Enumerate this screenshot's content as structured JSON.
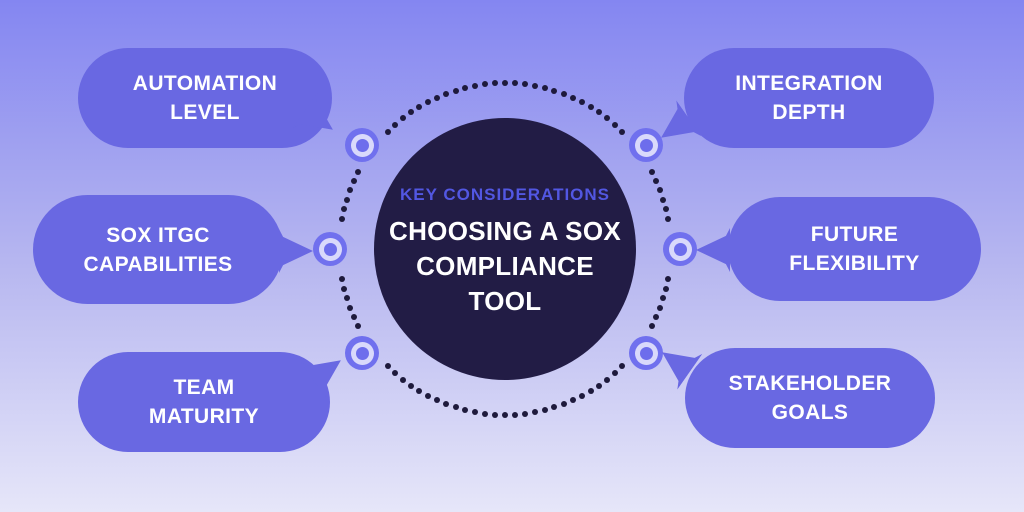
{
  "center": {
    "eyebrow": "KEY CONSIDERATIONS",
    "title": "CHOOSING A SOX COMPLIANCE TOOL",
    "title_lines": [
      "CHOOSING A SOX",
      "COMPLIANCE",
      "TOOL"
    ]
  },
  "bubbles": [
    {
      "id": "automation-level",
      "label": "AUTOMATION LEVEL",
      "lines": [
        "AUTOMATION",
        "LEVEL"
      ],
      "side": "left",
      "position": "top"
    },
    {
      "id": "sox-itgc-capabilities",
      "label": "SOX ITGC CAPABILITIES",
      "lines": [
        "SOX ITGC",
        "CAPABILITIES"
      ],
      "side": "left",
      "position": "middle"
    },
    {
      "id": "team-maturity",
      "label": "TEAM MATURITY",
      "lines": [
        "TEAM",
        "MATURITY"
      ],
      "side": "left",
      "position": "bottom"
    },
    {
      "id": "integration-depth",
      "label": "INTEGRATION DEPTH",
      "lines": [
        "INTEGRATION",
        "DEPTH"
      ],
      "side": "right",
      "position": "top"
    },
    {
      "id": "future-flexibility",
      "label": "FUTURE FLEXIBILITY",
      "lines": [
        "FUTURE",
        "FLEXIBILITY"
      ],
      "side": "right",
      "position": "middle"
    },
    {
      "id": "stakeholder-goals",
      "label": "STAKEHOLDER GOALS",
      "lines": [
        "STAKEHOLDER",
        "GOALS"
      ],
      "side": "right",
      "position": "bottom"
    }
  ],
  "palette": {
    "bg-top": "#8486f1",
    "bg-mid": "#b7b7f0",
    "bg-bottom": "#e6e6f9",
    "bubble": "#6968e2",
    "center-circle": "#221c45",
    "eyebrow": "#5257e2",
    "title-text": "#ffffff",
    "dots": "#1e1a3c",
    "ring-outer": "#7070ee",
    "ring-inner": "#d9d9fb",
    "ring-dot": "#6d6dec"
  }
}
